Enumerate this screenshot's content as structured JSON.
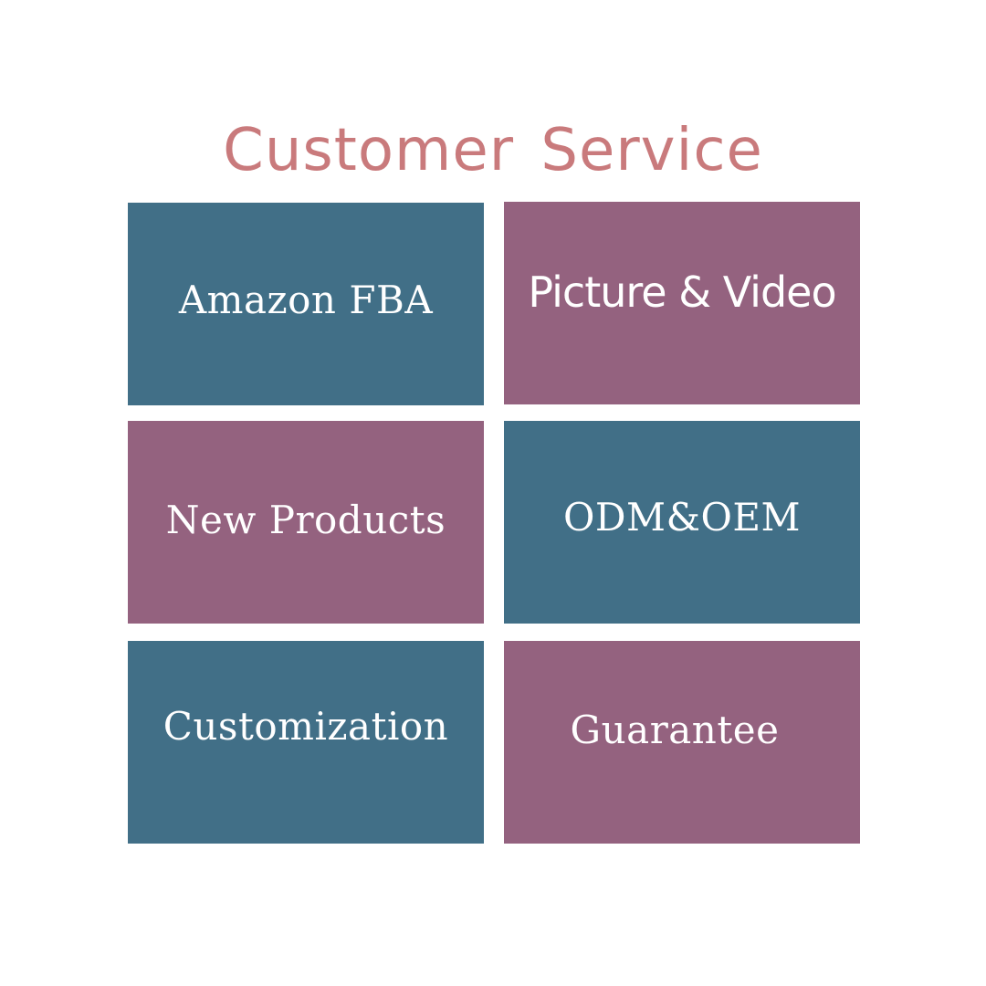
{
  "title": {
    "text": "Customer Service",
    "color": "#c97a7c"
  },
  "colors": {
    "teal": "#416f87",
    "mauve": "#94627f",
    "label": "#ffffff"
  },
  "tiles": [
    {
      "label": "Amazon FBA",
      "color": "#416f87"
    },
    {
      "label": "Picture & Video",
      "color": "#94627f"
    },
    {
      "label": "New Products",
      "color": "#94627f"
    },
    {
      "label": "ODM&OEM",
      "color": "#416f87"
    },
    {
      "label": "Customization",
      "color": "#416f87"
    },
    {
      "label": "Guarantee",
      "color": "#94627f"
    }
  ]
}
